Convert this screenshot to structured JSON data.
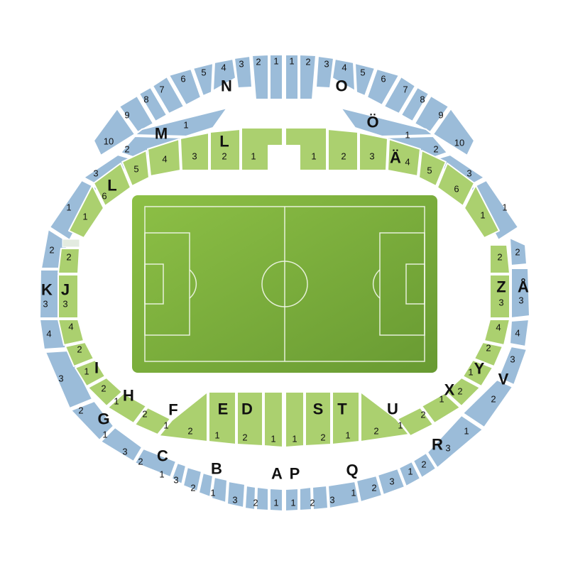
{
  "map": {
    "colors": {
      "outer_ring": "#9bbcd9",
      "inner_ring": "#abd06f",
      "pitch": "#76a83a",
      "pitch_lines": "#f2f7ea"
    },
    "block_letters": [
      "N",
      "O",
      "M",
      "Ö",
      "L",
      "Ä",
      "K",
      "J",
      "Z",
      "Å",
      "I",
      "H",
      "G",
      "F",
      "E",
      "D",
      "C",
      "B",
      "A",
      "P",
      "Q",
      "S",
      "T",
      "U",
      "R",
      "X",
      "Y",
      "V"
    ],
    "outer_ring": {
      "N": [
        "1",
        "2",
        "3",
        "4",
        "5",
        "6",
        "7",
        "8",
        "9",
        "10"
      ],
      "O": [
        "1",
        "2",
        "3",
        "4",
        "5",
        "6",
        "7",
        "8",
        "9",
        "10"
      ],
      "M": [
        "1",
        "2",
        "3"
      ],
      "Ö": [
        "1",
        "2",
        "3"
      ],
      "L": [
        "1"
      ],
      "Ä": [
        "1"
      ],
      "K": [
        "2",
        "3",
        "4"
      ],
      "Å": [
        "2",
        "3",
        "4"
      ],
      "G": [
        "3",
        "2",
        "1"
      ],
      "C": [
        "3",
        "2",
        "1"
      ],
      "B": [
        "2",
        "1"
      ],
      "A": [
        "3",
        "2",
        "1"
      ],
      "P": [
        "1",
        "2",
        "3"
      ],
      "Q": [
        "1",
        "2",
        "3"
      ],
      "R": [
        "1",
        "2",
        "3"
      ],
      "V": [
        "2",
        "3"
      ]
    },
    "inner_ring": {
      "L": [
        "1",
        "2",
        "3",
        "4",
        "5",
        "6"
      ],
      "Ä": [
        "1",
        "2",
        "3",
        "4",
        "5",
        "6"
      ],
      "J": [
        "2",
        "3",
        "4"
      ],
      "Z": [
        "2",
        "3",
        "4"
      ],
      "I": [
        "1",
        "2"
      ],
      "H": [
        "1",
        "2"
      ],
      "F": [
        "1",
        "2"
      ],
      "E": [
        "1",
        "2"
      ],
      "D": [
        "1",
        "2"
      ],
      "S": [
        "1",
        "2"
      ],
      "T": [
        "1",
        "2"
      ],
      "U": [
        "1",
        "2"
      ],
      "X": [
        "1",
        "2"
      ],
      "Y": [
        "1",
        "2"
      ]
    }
  }
}
